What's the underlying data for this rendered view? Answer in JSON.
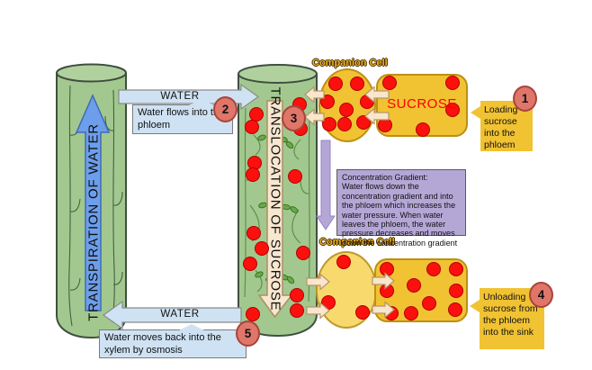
{
  "diagram": {
    "xylem_label": "TRANSPIRATION OF WATER",
    "phloem_label": "TRANSLOCATION OF SUCROSE",
    "phloem_badge": "3",
    "top_water": {
      "arrow_label": "WATER",
      "callout": "Water flows into the phloem",
      "badge": "2"
    },
    "bottom_water": {
      "arrow_label": "WATER",
      "callout": "Water moves back into the xylem by osmosis",
      "badge": "5"
    },
    "source": {
      "companion_label": "Companion Cell",
      "sucrose_label": "SUCROSE",
      "callout": "Loading sucrose into the phloem",
      "badge": "1"
    },
    "sink": {
      "companion_label": "Companion Cell",
      "callout": "Unloading sucrose from the phloem into the sink",
      "badge": "4"
    },
    "gradient_box": {
      "title": "Concentration Gradient:",
      "body": "Water flows down the concentration gradient and into the phloem which increases the water pressure. When water leaves the phloem, the water pressure decreases and moves down the concentration gradient"
    }
  },
  "colors": {
    "cylinder_green": "#a2c88f",
    "cylinder_top_green": "#b0d19d",
    "gold": "#f1c232",
    "light_yellow": "#f7d96e",
    "light_blue": "#cfe2f3",
    "blue_arrow": "#6d9eeb",
    "purple": "#b4a7d6",
    "cream_arrow": "#f8e7cf",
    "dot_red": "#fb100d",
    "badge_red": "#e0766a",
    "sucrose_text": "#ff0000",
    "companion_label_text": "#f3b228"
  }
}
